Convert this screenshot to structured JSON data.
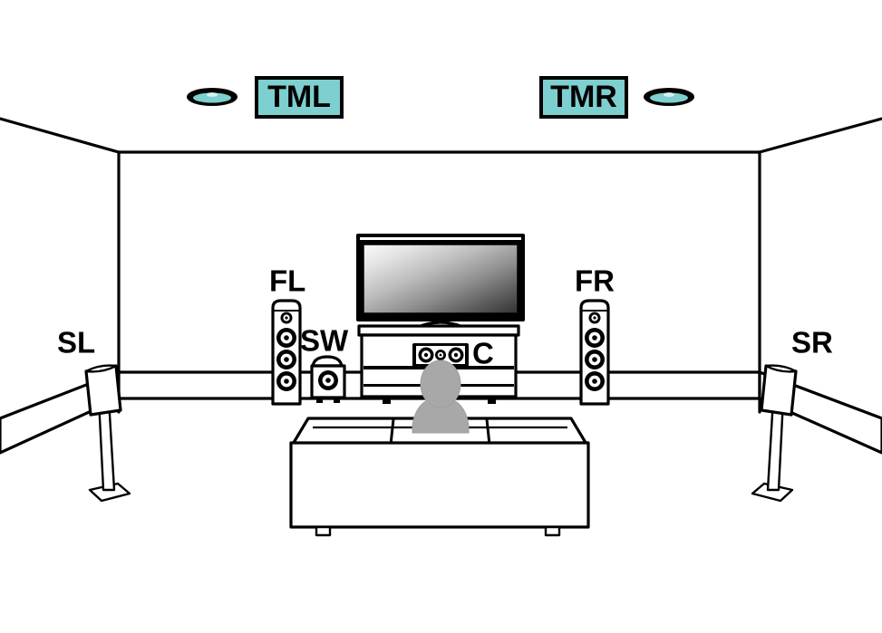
{
  "diagram": {
    "title": "Home Theater Speaker Layout",
    "type": "5.1.2 surround sound room placement diagram",
    "view": "front perspective of listening room",
    "colors": {
      "badge_fill": "#7ecfcf",
      "outline": "#000000",
      "person": "#a8a8a8",
      "background": "#ffffff",
      "ceiling_speaker_cone": "#7ecfcf"
    }
  },
  "labels": {
    "front_left": "FL",
    "front_right": "FR",
    "center": "C",
    "subwoofer": "SW",
    "surround_left": "SL",
    "surround_right": "SR",
    "top_middle_left": "TML",
    "top_middle_right": "TMR"
  },
  "speakers": [
    {
      "id": "TML",
      "label": "TML",
      "kind": "ceiling-speaker",
      "placement": "ceiling",
      "highlighted": true
    },
    {
      "id": "TMR",
      "label": "TMR",
      "kind": "ceiling-speaker",
      "placement": "ceiling",
      "highlighted": true
    },
    {
      "id": "FL",
      "label": "FL",
      "kind": "floorstanding-tower",
      "placement": "front-left",
      "drivers": 4,
      "highlighted": false
    },
    {
      "id": "FR",
      "label": "FR",
      "kind": "floorstanding-tower",
      "placement": "front-right",
      "drivers": 4,
      "highlighted": false
    },
    {
      "id": "C",
      "label": "C",
      "kind": "center-channel",
      "placement": "on-av-cabinet",
      "drivers": 3,
      "highlighted": false
    },
    {
      "id": "SW",
      "label": "SW",
      "kind": "subwoofer",
      "placement": "front-left-floor",
      "drivers": 1,
      "highlighted": false
    },
    {
      "id": "SL",
      "label": "SL",
      "kind": "surround-on-stand",
      "placement": "side-left-wall",
      "highlighted": false
    },
    {
      "id": "SR",
      "label": "SR",
      "kind": "surround-on-stand",
      "placement": "side-right-wall",
      "highlighted": false
    }
  ],
  "furniture": [
    {
      "id": "tv",
      "name": "flat-panel-television",
      "note": "wide screen on stand above AV cabinet"
    },
    {
      "id": "av-cabinet",
      "name": "av-rack-cabinet",
      "note": "two-shelf rack supporting TV and center speaker"
    },
    {
      "id": "sofa",
      "name": "three-seat-sofa",
      "cushions": 3
    },
    {
      "id": "listener",
      "name": "seated-listener",
      "note": "grey silhouette of head and shoulders at listening position"
    }
  ],
  "room": {
    "walls": [
      "left-side-wall",
      "back-wall",
      "right-side-wall"
    ],
    "features": [
      "ceiling",
      "baseboard-trim",
      "floor"
    ]
  }
}
